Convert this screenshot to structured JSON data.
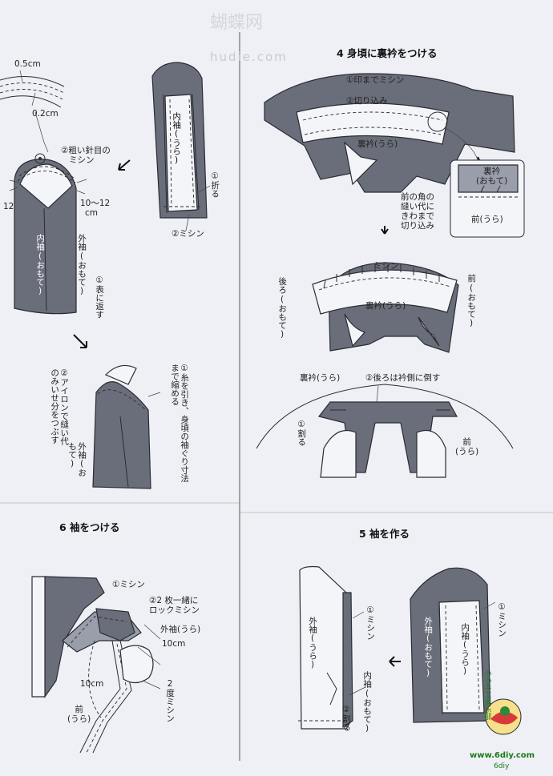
{
  "watermark": {
    "site": "蝴蝶网",
    "url": "hudie.com"
  },
  "left_top": {
    "dim_05": "0.5cm",
    "dim_02": "0.2cm",
    "step_rough_stitch": [
      "②粗い針目の",
      "ミシン"
    ],
    "dim_12": "12",
    "dim_10_12": [
      "10～12",
      "cm"
    ],
    "inner_sleeve": [
      "内袖",
      "(おもて)"
    ],
    "outer_sleeve": [
      "外袖",
      "(おもて)"
    ],
    "turn_out": "①表に返す",
    "inner_sleeve_back": "内袖(うら)",
    "fold": "①折る",
    "sew": "②ミシン",
    "pull_thread": "①糸を引き、身頃の袖ぐり寸法まで縮める",
    "iron": "②アイロンで縫い代のみいせ分をつぶす",
    "outer_sleeve_front": "外袖(おもて)"
  },
  "step4": {
    "title": "4 身頃に裏衿をつける",
    "sew_to_mark": "①印までミシン",
    "clip": "②切り込み",
    "under_collar": "裏衿(うら)",
    "detail_collar": [
      "裏衿",
      "(おもて)"
    ],
    "detail_front": "前(うら)",
    "corner_note": [
      "前の角の",
      "縫い代に",
      "きわまで",
      "切り込み"
    ],
    "sewing": "ミシン",
    "back_front": [
      "後ろ",
      "(おもて)"
    ],
    "front_front": [
      "前",
      "(おもて)"
    ],
    "under_collar_2": "裏衿(うら)",
    "collar_back": "裏衿(うら)",
    "back_press": "②後ろは衿側に倒す",
    "split": "①割る",
    "front_back": [
      "前",
      "(うら)"
    ]
  },
  "step6": {
    "title": "6 袖をつける",
    "sew": "①ミシン",
    "overlock": [
      "②2 枚一緒に",
      "ロックミシン"
    ],
    "outer_sleeve": "外袖(うら)",
    "dim1": "10cm",
    "dim2": "10cm",
    "double_stitch": "2度ミシン",
    "front": [
      "前",
      "(うら)"
    ]
  },
  "step5": {
    "title": "5 袖を作る",
    "outer_sleeve_back": "外袖(うら)",
    "sew": "①ミシン",
    "inner_sleeve_front": [
      "内袖",
      "(おもて)"
    ],
    "split": "②割る",
    "outer_sleeve_front": "外袖(おもて)",
    "inner_sleeve_back": "内袖(うら)",
    "sew2": "①ミシン"
  },
  "footer": {
    "logo_text": "6diy",
    "url": "www.6diy.com",
    "club": "小小手工俱乐部"
  }
}
